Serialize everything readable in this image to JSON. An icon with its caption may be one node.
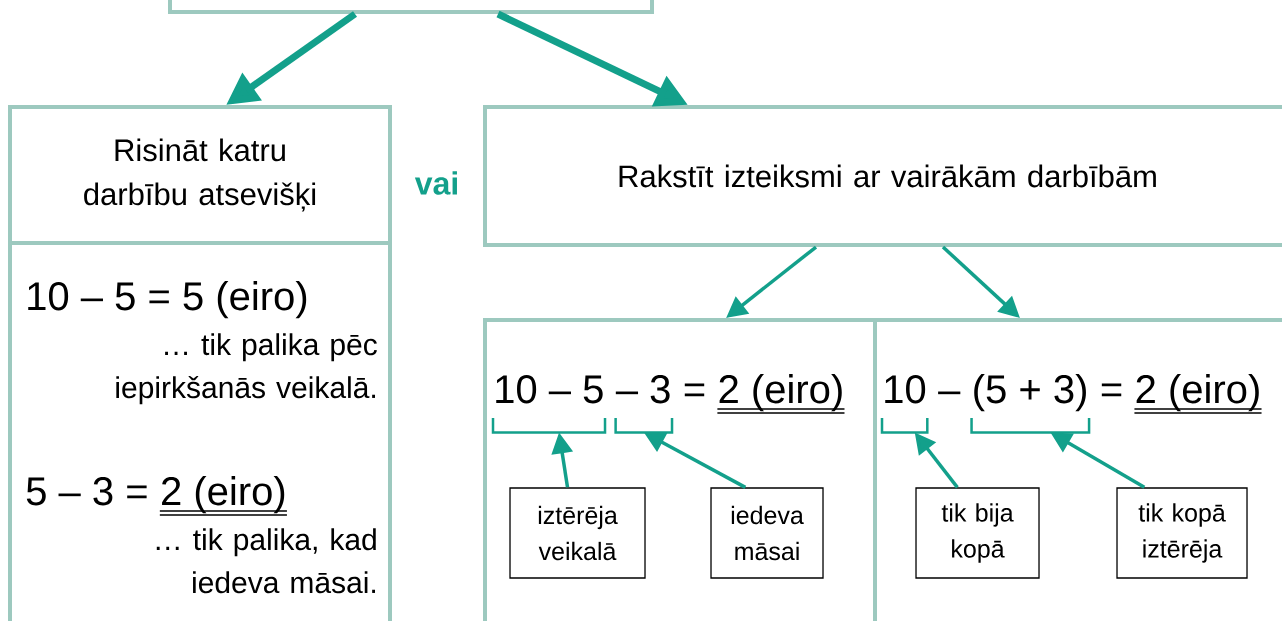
{
  "diagram": {
    "nodes": [
      {
        "text": [],
        "shape": "box"
      },
      {
        "text": [
          "Risināt katru darbību atsevišķi"
        ]
      },
      {
        "text": [
          "10 – 5 = 5 (eiro)",
          "… tik palika pēc iepirkšanās veikalā.",
          "5 – 3 =",
          "2 (eiro)",
          "… tik palika, kad iedeva māsai."
        ]
      },
      {
        "text": [
          "Rakstīt izteiksmi ar vairākām darbībām"
        ]
      },
      {
        "text": [
          "10 – 5",
          "– 3",
          "=",
          "2 (eiro)"
        ]
      },
      {
        "text": [
          "10",
          "–",
          "(5 + 3)",
          "=",
          "2 (eiro)"
        ]
      },
      {
        "text": [],
        "shape": "bracket",
        "in": 4
      },
      {
        "text": [],
        "shape": "bracket",
        "in": 4
      },
      {
        "text": [
          "iztērēja veikalā"
        ],
        "in": 4
      },
      {
        "text": [
          "iedeva māsai"
        ],
        "in": 4
      },
      {
        "text": [],
        "shape": "bracket",
        "in": 5
      },
      {
        "text": [],
        "shape": "bracket",
        "in": 5
      },
      {
        "text": [
          "tik bija kopā"
        ],
        "in": 5
      },
      {
        "text": [
          "tik kopā iztērēja"
        ],
        "in": 5
      }
    ],
    "edges": [
      {
        "from": 0,
        "to": 1,
        "arrow": "to",
        "style": "thick"
      },
      {
        "from": 0,
        "to": 3,
        "arrow": "to",
        "style": "thick"
      },
      {
        "from": 3,
        "to": 4,
        "arrow": "to"
      },
      {
        "from": 3,
        "to": 5,
        "arrow": "to"
      },
      {
        "from": 8,
        "to": 6,
        "arrow": "to"
      },
      {
        "from": 9,
        "to": 7,
        "arrow": "to"
      },
      {
        "from": 12,
        "to": 10,
        "arrow": "to"
      },
      {
        "from": 13,
        "to": 11,
        "arrow": "to"
      }
    ],
    "labels": [
      "vai"
    ]
  }
}
